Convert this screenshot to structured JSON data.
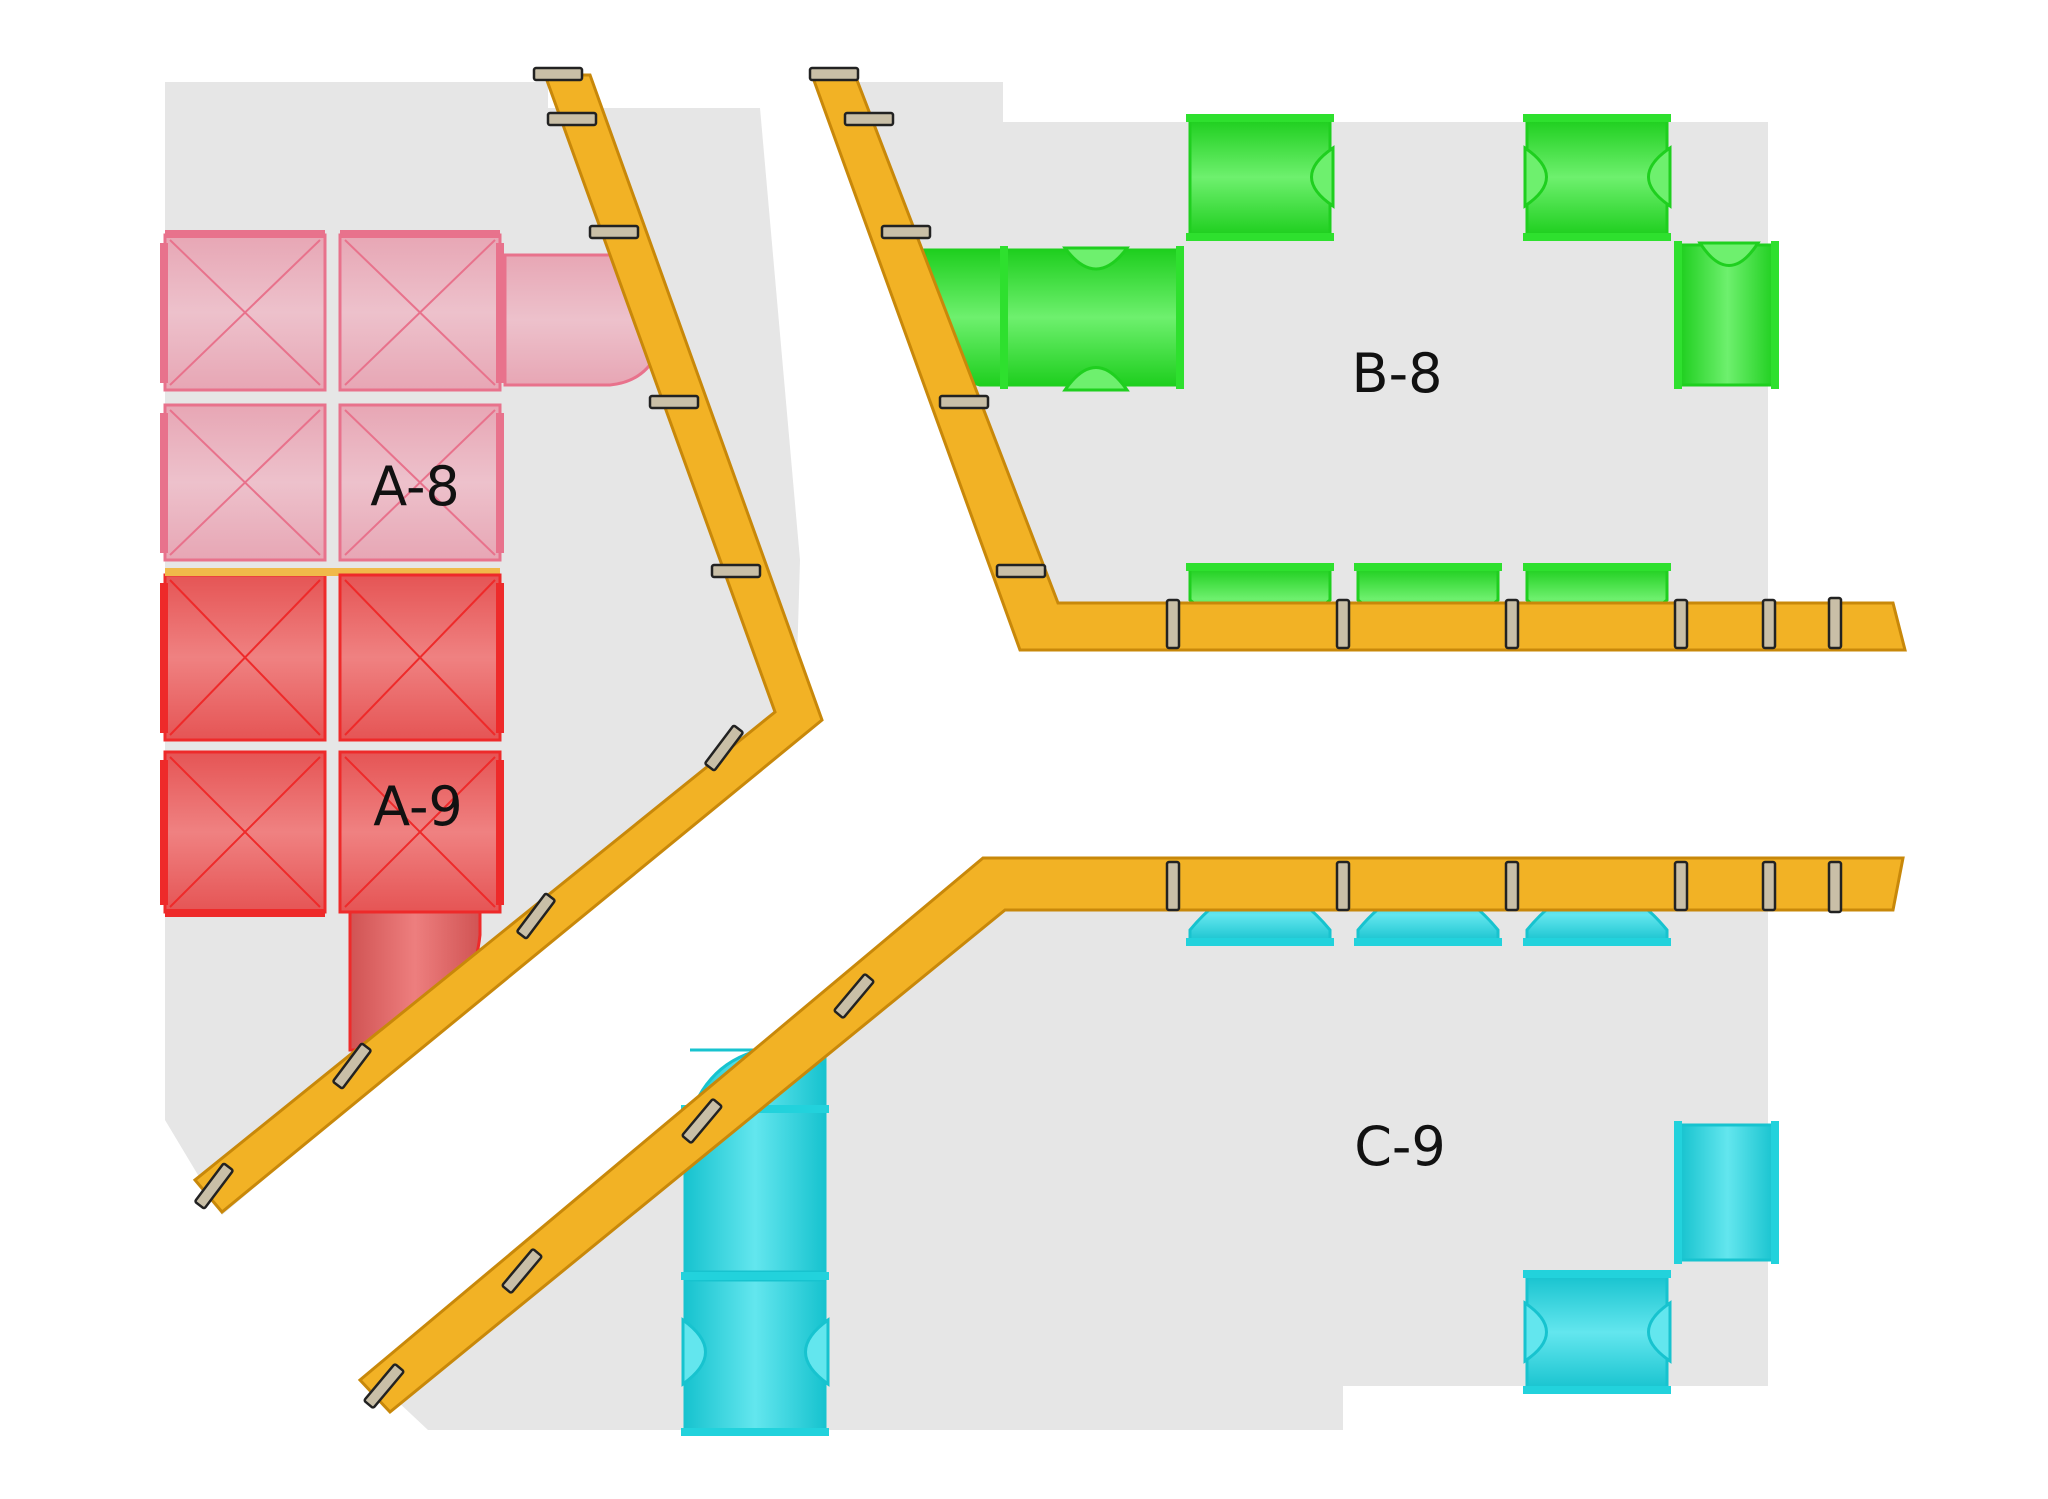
{
  "zones": [
    {
      "id": "a8",
      "label": "A-8",
      "color": "#e8728c",
      "group": "A"
    },
    {
      "id": "a9",
      "label": "A-9",
      "color": "#ee2a2a",
      "group": "A"
    },
    {
      "id": "b8",
      "label": "B-8",
      "color": "#2ee02e",
      "group": "B"
    },
    {
      "id": "c9",
      "label": "C-9",
      "color": "#22d2dc",
      "group": "C"
    }
  ],
  "colors": {
    "background": "#ffffff",
    "floor": "#e6e6e6",
    "rail": "#f2b225",
    "rail_edge": "#c8880a",
    "bracket": "#c9bfa7",
    "label_text": "#111111"
  },
  "icons": [
    "pipe-segment-icon",
    "cross-fitting-icon",
    "tee-fitting-icon",
    "rail-bracket-icon"
  ]
}
